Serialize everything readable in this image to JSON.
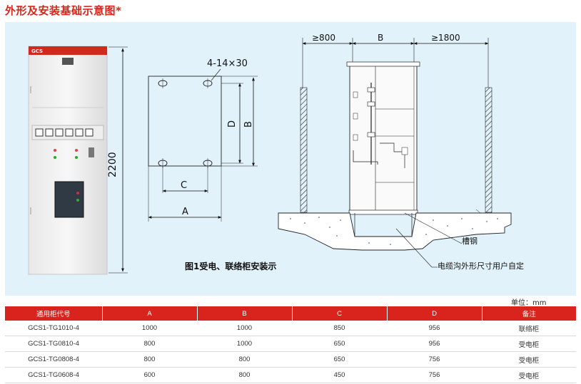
{
  "title": "外形及安装基础示意图",
  "title_mark": "*",
  "cabinet": {
    "brand": "GCS",
    "height_label": "2200"
  },
  "hole_diagram": {
    "holes_label": "4-14×30",
    "dim_a": "A",
    "dim_b": "B",
    "dim_c": "C",
    "dim_d": "D"
  },
  "install_diagram": {
    "left_clearance": "≥800",
    "width_label": "B",
    "right_clearance": "≥1800",
    "channel_steel": "槽钢",
    "cable_trench": "电缆沟外形尺寸用户自定",
    "caption": "图1受电、联络柜安装示"
  },
  "unit_label": "单位：mm",
  "table": {
    "headers": [
      "通用柜代号",
      "A",
      "B",
      "C",
      "D",
      "备注"
    ],
    "rows": [
      [
        "GCS1-TG1010-4",
        "1000",
        "1000",
        "850",
        "956",
        "联络柜"
      ],
      [
        "GCS1-TG0810-4",
        "800",
        "1000",
        "650",
        "956",
        "受电柜"
      ],
      [
        "GCS1-TG0808-4",
        "800",
        "800",
        "650",
        "756",
        "受电柜"
      ],
      [
        "GCS1-TG0608-4",
        "600",
        "800",
        "450",
        "756",
        "受电柜"
      ]
    ]
  },
  "colors": {
    "accent": "#d8261d",
    "panel_bg": "#e2f2fb"
  }
}
